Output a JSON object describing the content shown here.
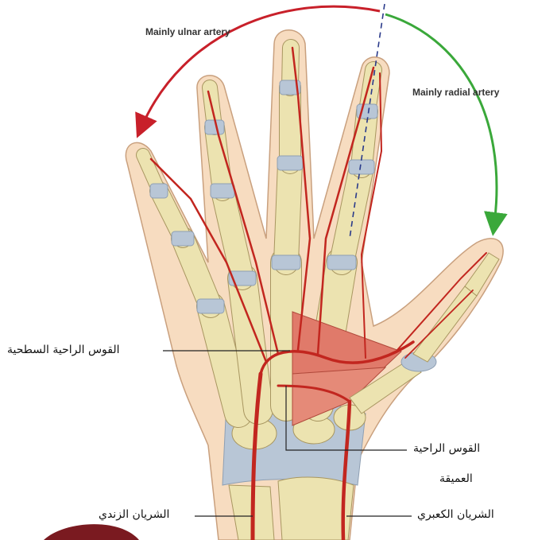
{
  "labels": {
    "ulnar_dominance": "Mainly ulnar artery",
    "radial_dominance": "Mainly radial artery",
    "superficial_arch": "القوس الراحية السطحية",
    "deep_arch_line1": "القوس الراحية",
    "deep_arch_line2": "العميقة",
    "ulnar_artery": "الشريان الزندي",
    "radial_artery": "الشريان الكعبري"
  },
  "colors": {
    "background": "#ffffff",
    "skin": "#f7dcc0",
    "skin_outline": "#c9a07e",
    "bone": "#ece3b0",
    "bone_outline": "#a89660",
    "ligament": "#b8c6d6",
    "artery": "#c2261f",
    "muscle": "#e07a6a",
    "ulnar_arrow": "#c8202a",
    "radial_arrow": "#3aa83a",
    "divider_line": "#2a3a8a",
    "leader_line": "#222222"
  }
}
